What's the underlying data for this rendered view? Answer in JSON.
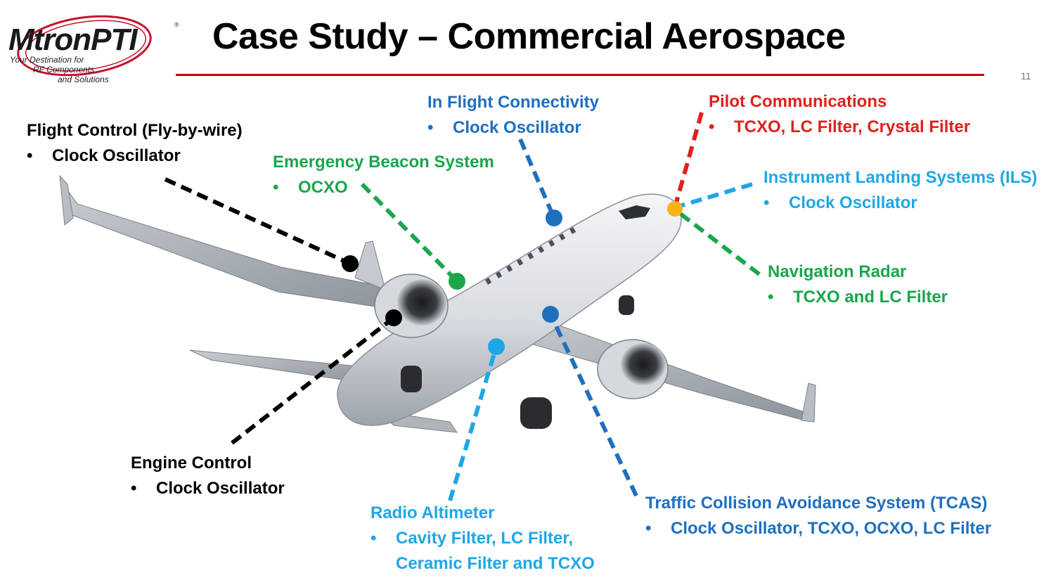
{
  "header": {
    "logo_name": "MtronPTI",
    "logo_reg": "®",
    "logo_tagline": [
      "Your Destination for",
      "RF Components",
      "and Solutions"
    ],
    "title": "Case Study – Commercial Aerospace",
    "page_number": "11"
  },
  "colors": {
    "black": "#000000",
    "blue": "#1f6fbf",
    "green": "#1aa64b",
    "red": "#e0201b",
    "light_blue": "#1ea7e6",
    "orange_dot": "#f5b315",
    "rule_red": "#c00000"
  },
  "callouts": [
    {
      "id": "flight-control",
      "heading": "Flight Control (Fly-by-wire)",
      "items": [
        "Clock Oscillator"
      ],
      "color": "#000000"
    },
    {
      "id": "emergency-beacon",
      "heading": "Emergency Beacon System",
      "items": [
        "OCXO"
      ],
      "color": "#1aa64b"
    },
    {
      "id": "in-flight-connectivity",
      "heading": "In Flight Connectivity",
      "items": [
        "Clock Oscillator"
      ],
      "color": "#1f6fbf"
    },
    {
      "id": "pilot-communications",
      "heading": "Pilot Communications",
      "items": [
        "TCXO, LC Filter, Crystal Filter"
      ],
      "color": "#e0201b"
    },
    {
      "id": "ils",
      "heading": "Instrument Landing Systems (ILS)",
      "items": [
        "Clock Oscillator"
      ],
      "color": "#1ea7e6"
    },
    {
      "id": "navigation-radar",
      "heading": "Navigation Radar",
      "items": [
        "TCXO and LC Filter"
      ],
      "color": "#1aa64b"
    },
    {
      "id": "engine-control",
      "heading": "Engine Control",
      "items": [
        "Clock Oscillator"
      ],
      "color": "#000000"
    },
    {
      "id": "radio-altimeter",
      "heading": "Radio Altimeter",
      "items": [
        "Cavity Filter, LC Filter,",
        "Ceramic Filter and TCXO"
      ],
      "color": "#1ea7e6"
    },
    {
      "id": "tcas",
      "heading": "Traffic Collision Avoidance System (TCAS)",
      "items": [
        "Clock Oscillator, TCXO, OCXO, LC Filter"
      ],
      "color": "#1f6fbf"
    }
  ],
  "bullet": "•"
}
